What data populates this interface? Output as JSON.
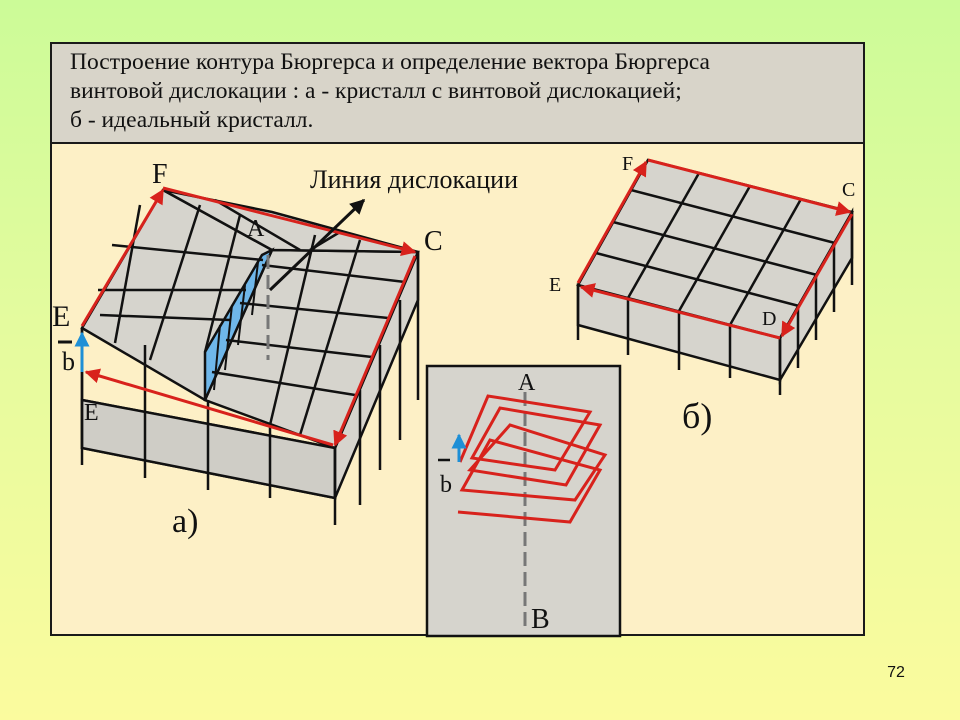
{
  "title": {
    "lines": [
      "Построение  контура  Бюргерса и определение вектора Бюргерса",
      "винтовой  дислокации : а - кристалл  с  винтовой дислокацией;",
      "б  -  идеальный кристалл."
    ]
  },
  "diagram_a": {
    "label_F": "F",
    "label_C": "C",
    "label_A": "A",
    "label_E_top": "E",
    "label_E_bottom": "E",
    "label_b": "b",
    "dislocation_line_label": "Линия дислокации",
    "caption": "а)"
  },
  "diagram_b": {
    "label_F": "F",
    "label_C": "C",
    "label_E": "E",
    "label_D": "D",
    "caption": "б)"
  },
  "inset": {
    "label_A": "A",
    "label_B": "B",
    "label_b": "b"
  },
  "colors": {
    "contour": "#d8221c",
    "burgers_vector": "#1e8fd6",
    "crystal_face": "#d6d4cd",
    "step_face": "#6fb7ea",
    "frame_background": "#fdf0c6",
    "title_background": "#d8d4c9"
  },
  "slide_number": "72"
}
